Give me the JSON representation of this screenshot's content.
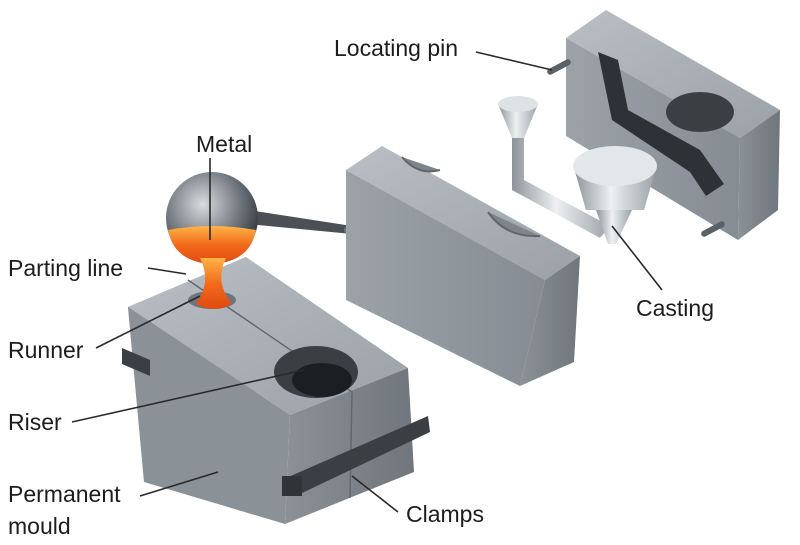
{
  "labels": {
    "metal": "Metal",
    "parting_line": "Parting line",
    "runner": "Runner",
    "riser": "Riser",
    "permanent_mould_line1": "Permanent",
    "permanent_mould_line2": "mould",
    "locating_pin": "Locating pin",
    "casting": "Casting",
    "clamps": "Clamps"
  },
  "colors": {
    "steel": "#8d949a",
    "molten_metal": "#f26a1b",
    "clamp": "#3a3f44"
  }
}
